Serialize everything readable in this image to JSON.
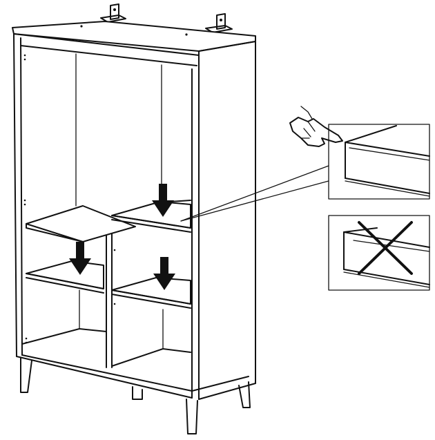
{
  "figure": {
    "kind": "assembly-instruction-illustration",
    "palette": {
      "line": "#111111",
      "background": "#ffffff"
    },
    "icons": [
      "wall-bracket-icon",
      "pointing-hand-icon",
      "down-arrow-icon",
      "cross-mark-icon"
    ],
    "shelves_shown": 4,
    "insertion_arrows": 3,
    "detail_panels": [
      {
        "name": "correct-edge-detail",
        "meaning": "correct"
      },
      {
        "name": "incorrect-edge-detail",
        "meaning": "incorrect"
      }
    ]
  }
}
